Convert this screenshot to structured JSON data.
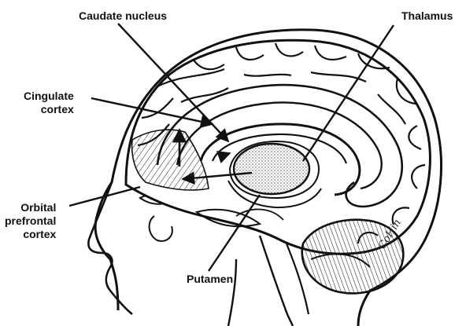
{
  "labels": {
    "caudate": "Caudate nucleus",
    "thalamus": "Thalamus",
    "cingulate_line1": "Cingulate",
    "cingulate_line2": "cortex",
    "orbital_line1": "Orbital",
    "orbital_line2": "prefrontal",
    "orbital_line3": "cortex",
    "putamen": "Putamen"
  },
  "signature": "CoHin",
  "colors": {
    "ink": "#111111",
    "background": "#ffffff"
  }
}
